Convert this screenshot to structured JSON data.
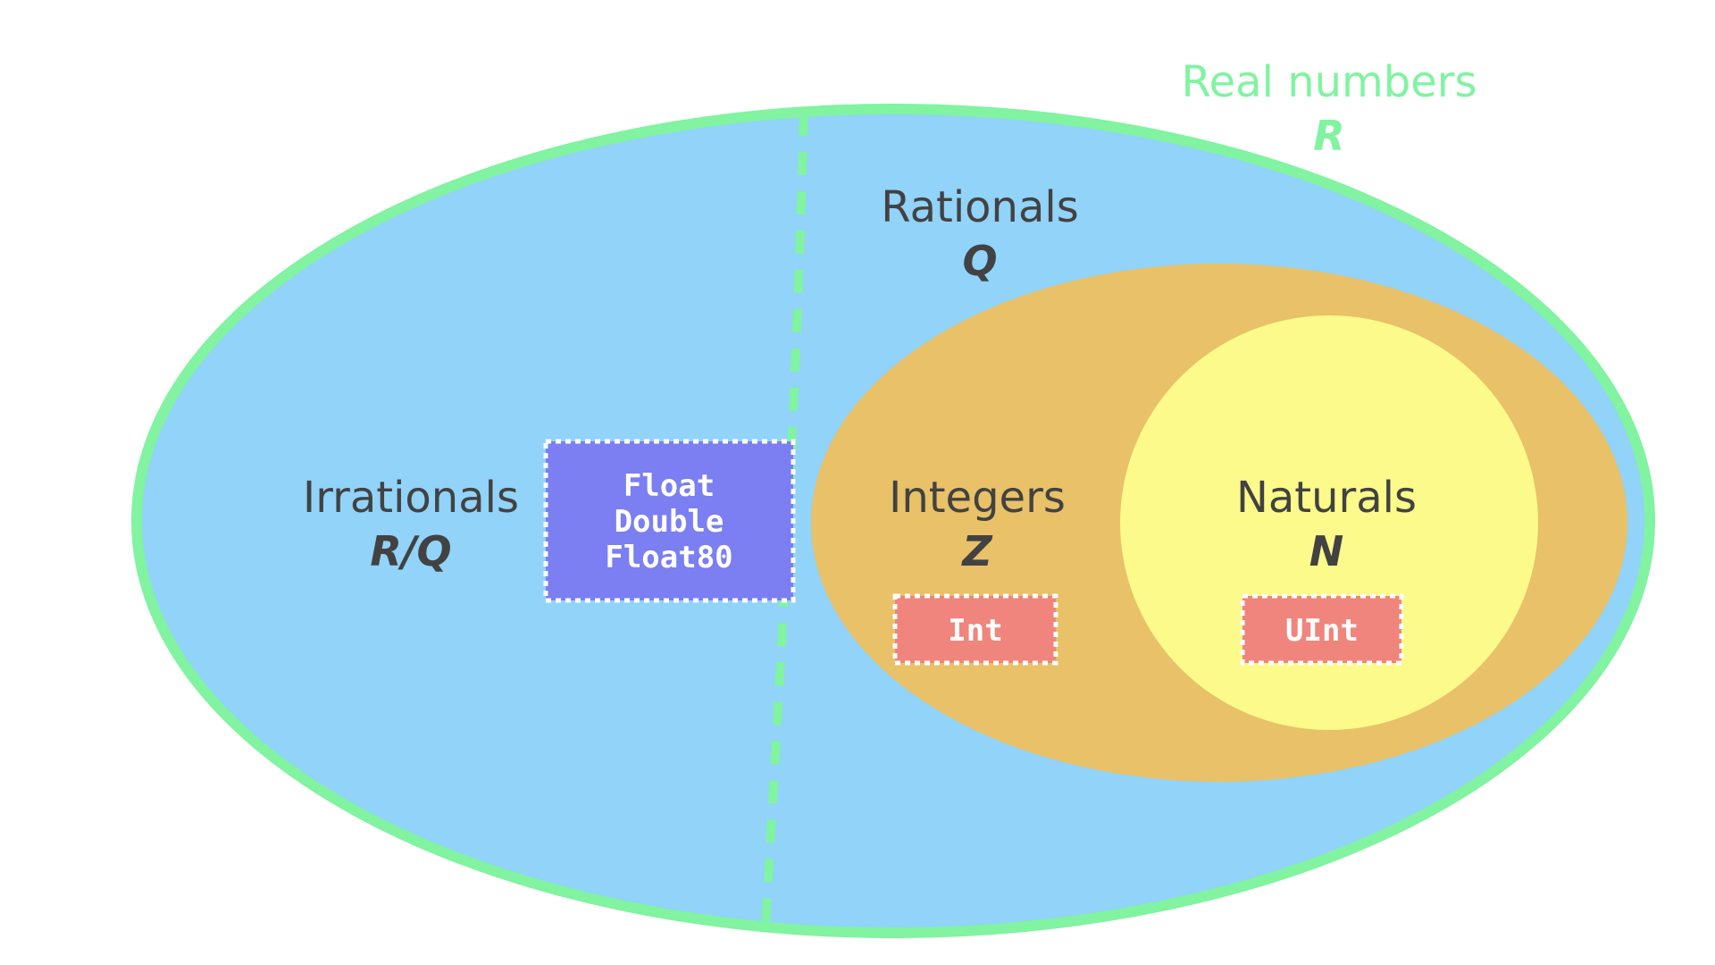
{
  "colors": {
    "reals_fill": "#91d3f9",
    "reals_stroke": "#81f3a1",
    "integers_fill": "#e8c168",
    "naturals_fill": "#fbfa8a",
    "float_box": "#7b7ff1",
    "int_box": "#ef857c",
    "label_dark": "#424242",
    "label_green": "#81f3a1"
  },
  "sets": {
    "reals": {
      "label": "Real numbers",
      "symbol": "R"
    },
    "rationals": {
      "label": "Rationals",
      "symbol": "Q"
    },
    "irrationals": {
      "label": "Irrationals",
      "symbol": "R/Q"
    },
    "integers": {
      "label": "Integers",
      "symbol": "Z"
    },
    "naturals": {
      "label": "Naturals",
      "symbol": "N"
    }
  },
  "types": {
    "floating": [
      "Float",
      "Double",
      "Float80"
    ],
    "integer": "Int",
    "unsigned": "UInt"
  }
}
